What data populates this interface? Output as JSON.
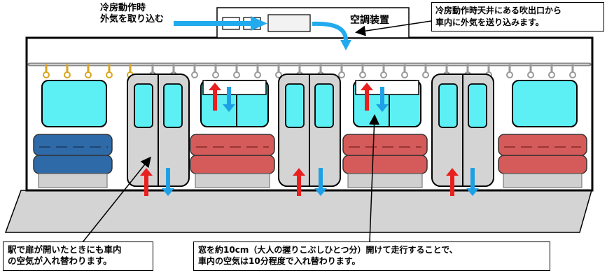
{
  "intake_label": {
    "line1": "冷房動作時",
    "line2": "外気を取り込む"
  },
  "ac_unit_label": "空調装置",
  "callouts": {
    "ceiling_vent": {
      "line1": "冷房動作時天井にある吹出口から",
      "line2": "車内に外気を送り込みます。"
    },
    "door_exchange": {
      "line1": "駅で扉が開いたときにも車内",
      "line2": "の空気が入れ替わります。"
    },
    "window_exchange": {
      "line1": "窓を約10cm（大人の握りこぶしひとつ分）開けて走行することで、",
      "line2": "車内の空気は10分程度で入れ替わります。"
    }
  },
  "colors": {
    "airflow_in": "#e8201f",
    "airflow_out": "#1ea0e6",
    "outside_air": "#22aaee",
    "window_glass": "#5cf0f5",
    "seat_blue": "#2f6aa8",
    "seat_red": "#d45b5a",
    "door_gray": "#d4d4d4",
    "floor_gray": "#d4d4d4"
  }
}
